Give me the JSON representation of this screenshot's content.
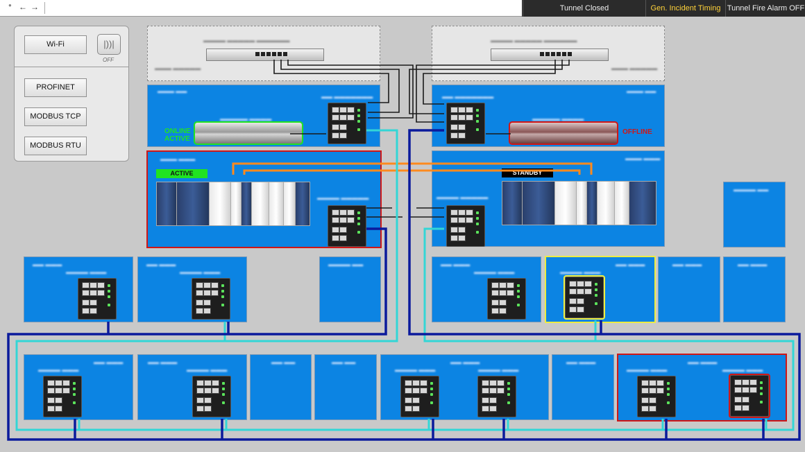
{
  "nav": {
    "dot": "●",
    "back": "←",
    "forward": "→"
  },
  "status_bar": [
    {
      "label": "Tunnel Closed",
      "warn": false
    },
    {
      "label": "Gen. Incident Timing",
      "warn": true
    },
    {
      "label": "Tunnel Fire Alarm OFF",
      "warn": false
    }
  ],
  "protocols": {
    "wifi_label": "Wi-Fi",
    "wifi_icon": "wifi-signal-icon",
    "wifi_state": "OFF",
    "buttons": [
      "PROFINET",
      "MODBUS TCP",
      "MODBUS RTU"
    ]
  },
  "servers": {
    "left_state": "ONLINE\nACTIVE",
    "right_state": "OFFLINE"
  },
  "plc": {
    "left_badge": "ACTIVE",
    "right_badge": "STANDBY"
  },
  "colors": {
    "panel_blue": "#0c84e3",
    "alarm_red": "#d01616",
    "highlight_yellow": "#eded41",
    "online_green": "#21e321",
    "cable_cyan": "#33d6d6",
    "cable_navy": "#0b1a9c",
    "cable_orange": "#ff8a1e"
  }
}
